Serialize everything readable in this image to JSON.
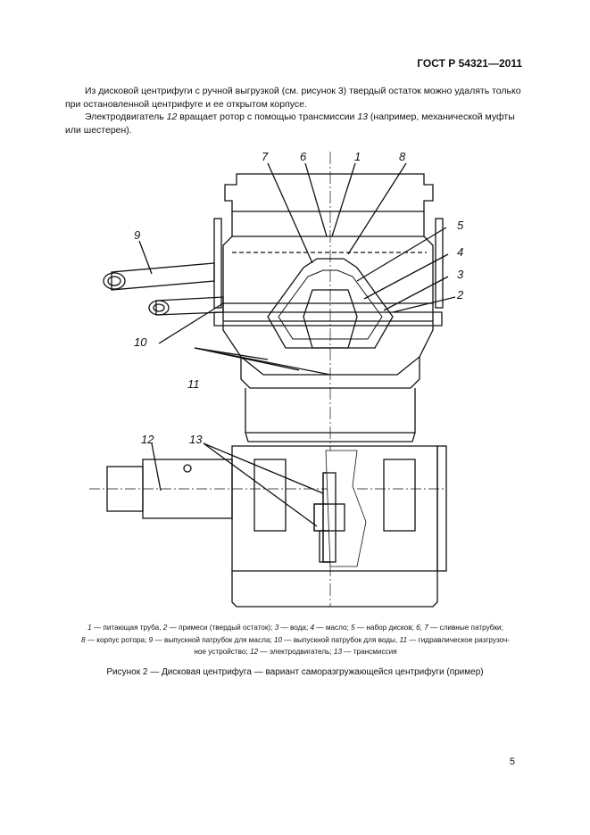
{
  "header": {
    "doc_id": "ГОСТ Р 54321—2011"
  },
  "paragraphs": {
    "p1": "Из дисковой центрифуги с ручной выгрузкой (см. рисунок 3) твердый остаток можно удалять только при остановленной центрифуге и ее открытом корпусе.",
    "p2_a": "Электродвигатель ",
    "p2_n1": "12",
    "p2_b": " вращает ротор с помощью трансмиссии ",
    "p2_n2": "13",
    "p2_c": " (например, механической муфты или шестерен)."
  },
  "figure": {
    "callouts": [
      "1",
      "2",
      "3",
      "4",
      "5",
      "6",
      "7",
      "8",
      "9",
      "10",
      "11",
      "12",
      "13"
    ]
  },
  "legend": [
    {
      "num": "1",
      "text": " — питающая труба, "
    },
    {
      "num": "2",
      "text": " — примеси (твердый остаток); "
    },
    {
      "num": "3",
      "text": " — вода; "
    },
    {
      "num": "4",
      "text": " — масло; "
    },
    {
      "num": "5",
      "text": " — набор дисков; "
    },
    {
      "num": "6, 7",
      "text": " — сливные патрубки;"
    },
    {
      "num": "8",
      "text": " — корпус ротора; "
    },
    {
      "num": "9",
      "text": " — выпускной патрубок для масла; "
    },
    {
      "num": "10",
      "text": " — выпускной патрубок для воды, "
    },
    {
      "num": "11",
      "text": " — гидравлическое разгрузоч-"
    },
    {
      "num": "",
      "text": "ное устройство; "
    },
    {
      "num": "12",
      "text": " — электродвигатель; "
    },
    {
      "num": "13",
      "text": " — трансмиссия"
    }
  ],
  "caption": "Рисунок 2 — Дисковая центрифуга — вариант саморазгружающейся центрифуги (пример)",
  "page_number": "5"
}
